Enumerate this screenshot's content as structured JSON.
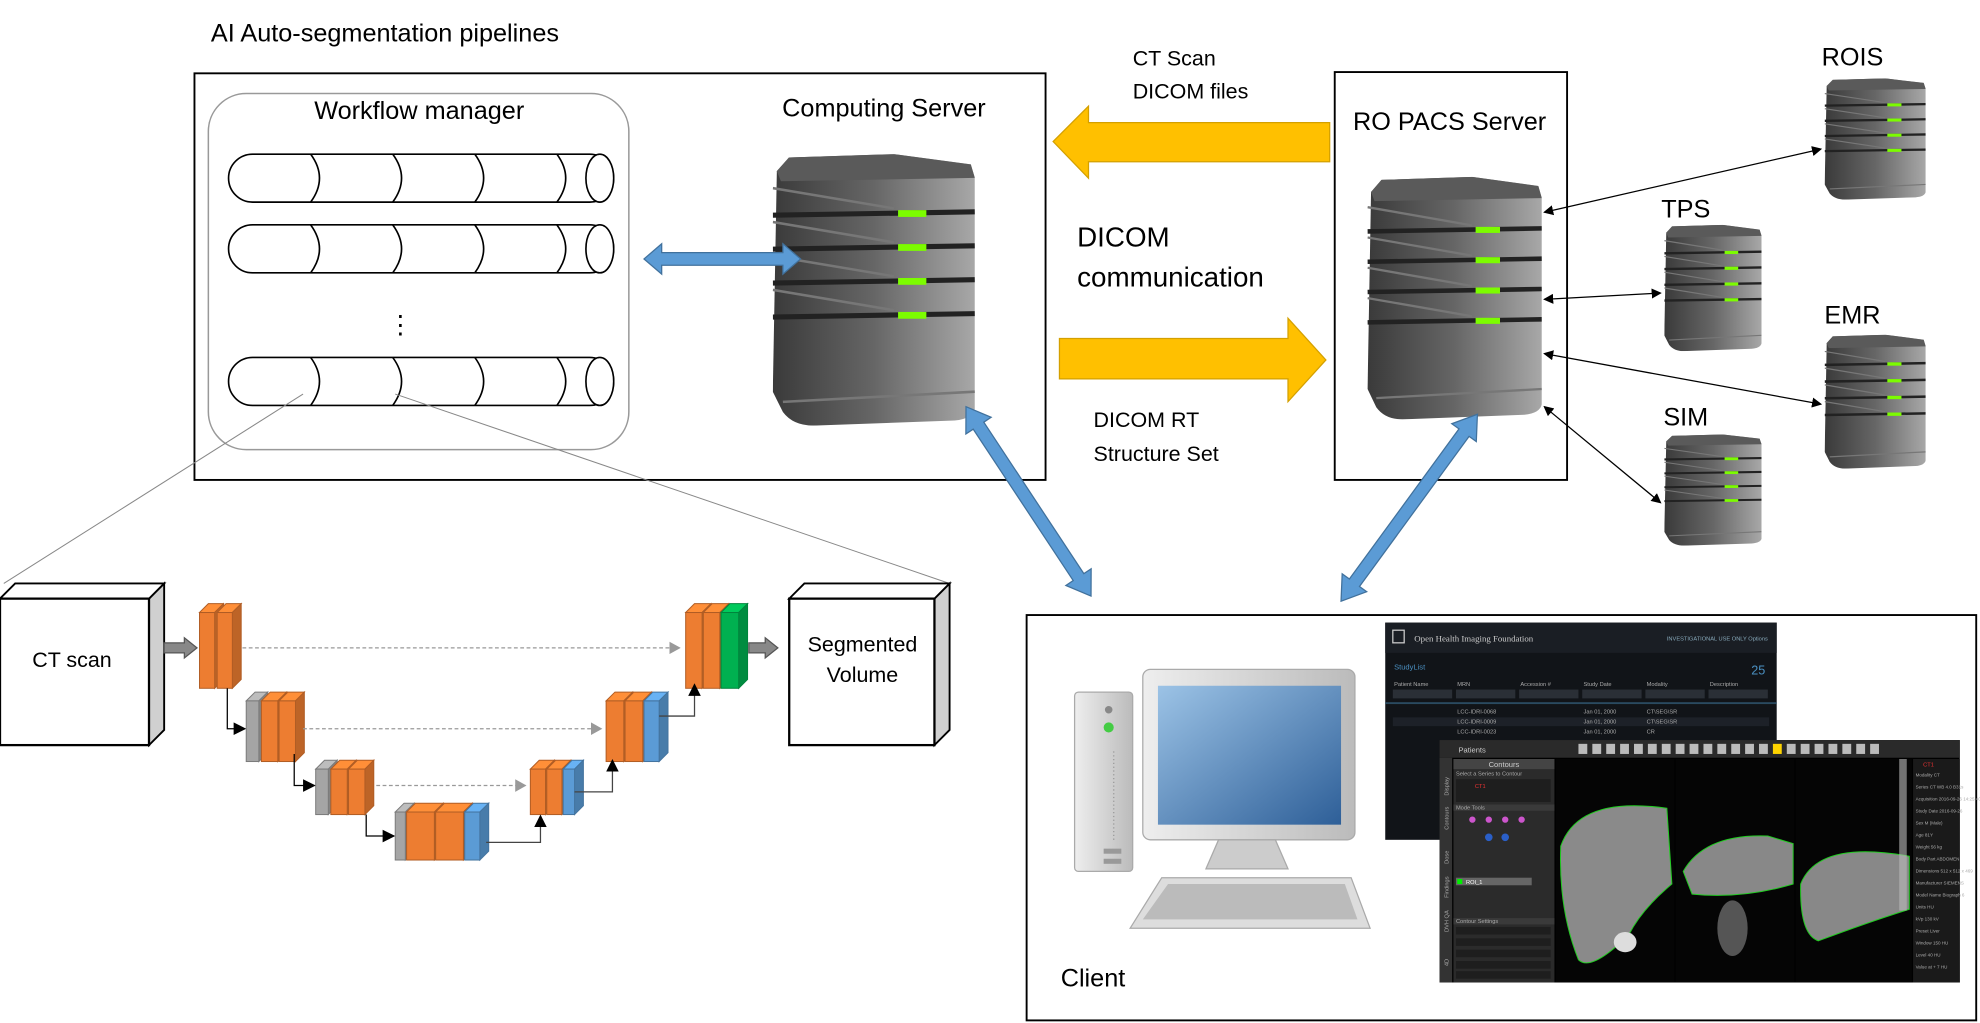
{
  "title": "AI Auto-segmentation pipelines",
  "computing": {
    "workflow_label": "Workflow manager",
    "ellipsis": "⋮",
    "server_label": "Computing Server"
  },
  "communication": {
    "ct_line1": "CT Scan",
    "ct_line2": "DICOM files",
    "dicom_line1": "DICOM",
    "dicom_line2": "communication",
    "rt_line1": "DICOM RT",
    "rt_line2": "Structure Set"
  },
  "pacs": {
    "label": "RO PACS Server"
  },
  "systems": {
    "rois": "ROIS",
    "tps": "TPS",
    "emr": "EMR",
    "sim": "SIM"
  },
  "unet": {
    "input": "CT scan",
    "output_line1": "Segmented",
    "output_line2": "Volume"
  },
  "client": {
    "label": "Client",
    "studylist": {
      "brand": "Open Health Imaging Foundation",
      "notice": "INVESTIGATIONAL USE ONLY   Options",
      "heading": "StudyList",
      "count": "25",
      "columns": [
        "Patient Name",
        "MRN",
        "Accession #",
        "Study Date",
        "Modality",
        "Description"
      ],
      "rows": [
        [
          "LCC-IDRI-0068",
          "Jan 01, 2000",
          "CT\\SEG\\SR"
        ],
        [
          "LCC-IDRI-0009",
          "Jan 01, 2000",
          "CT\\SEG\\SR"
        ],
        [
          "LCC-IDRI-0023",
          "Jan 01, 2000",
          "CR"
        ]
      ]
    },
    "viewer": {
      "patients": "Patients",
      "panel_title": "Contours",
      "select_series": "Select a Series to Contour",
      "series": "CT1",
      "mode_tools": "Mode Tools",
      "roi": "ROI_1",
      "contour_settings": "Contour Settings",
      "tabs": [
        "Display",
        "Contours",
        "Dose",
        "Findings",
        "DVH QA",
        "4D"
      ],
      "info_series": "CT1",
      "info_rows": [
        "Modality  CT",
        "Series  CT WB 4.0 B31s",
        "Acquisition  2016-09-26 14:25:40",
        "Study Date  2016-09-26",
        "Sex  M (Male)",
        "Age  81Y",
        "Weight  56 kg",
        "Body Part  ABDOMEN",
        "Dimensions  512 x 512 x 469",
        "Manufacturer  SIEMENS",
        "Model Name  Biograph 6",
        "Units  HU",
        "kVp  130 kV",
        "Preset  Liver",
        "Window  150 HU",
        "Level  40 HU",
        "Value at +  7 HU"
      ]
    }
  },
  "colors": {
    "transfer_arrow": "#FFC000",
    "link_arrow": "#5B9BD5",
    "conv_block": "#ED7D31",
    "pool_block": "#A5A5A5",
    "upconv_block": "#5B9BD5",
    "output_block": "#00B050",
    "server_led": "#7CFC00"
  }
}
